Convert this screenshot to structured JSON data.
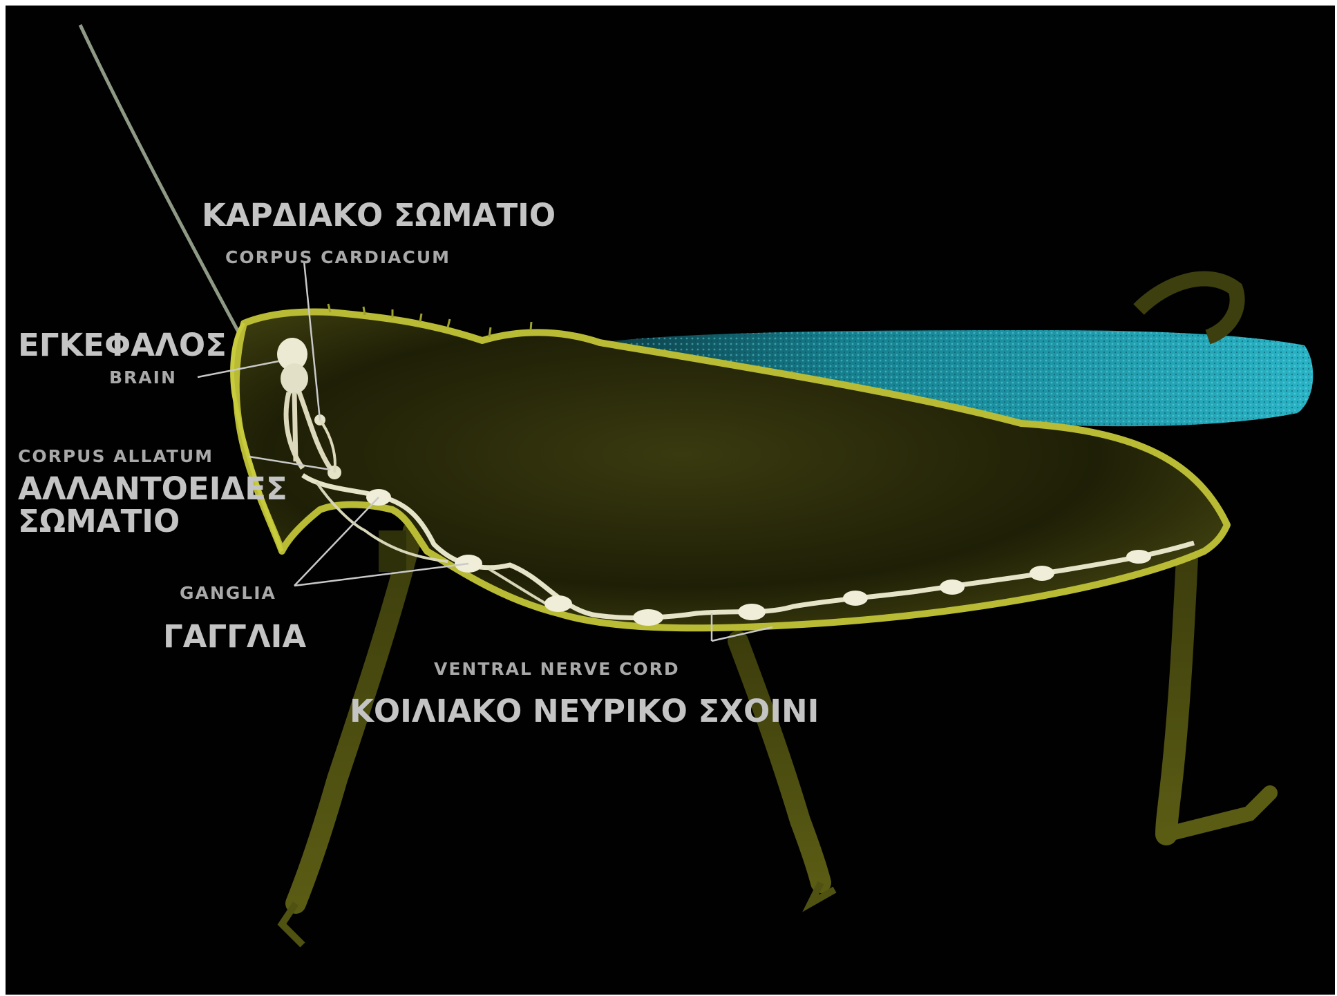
{
  "labels": {
    "cardiac_gr": "ΚΑΡΔΙΑΚΟ ΣΩΜΑΤΙΟ",
    "cardiac_en": "CORPUS CARDIACUM",
    "brain_gr": "ΕΓΚΕΦΑΛΟΣ",
    "brain_en": "BRAIN",
    "allatum_en": "CORPUS ALLATUM",
    "allatum_gr_line1": "ΑΛΛΑΝΤΟΕΙΔΕΣ",
    "allatum_gr_line2": "ΣΩΜΑΤΙΟ",
    "ganglia_en": "GANGLIA",
    "ganglia_gr": "ΓΑΓΓΛΙΑ",
    "ventral_en": "VENTRAL NERVE CORD",
    "ventral_gr": "ΚΟΙΛΙΑΚΟ ΝΕΥΡΙΚΟ ΣΧΟΙΝΙ"
  },
  "colors": {
    "background": "#010101",
    "body_outline": "#b8bb33",
    "body_fill": "#2a2b08",
    "wing": "#1a8fa0",
    "nerve": "#e6e4c8",
    "greek_label": "#c4c4c4",
    "english_label": "#a9a9a9"
  }
}
